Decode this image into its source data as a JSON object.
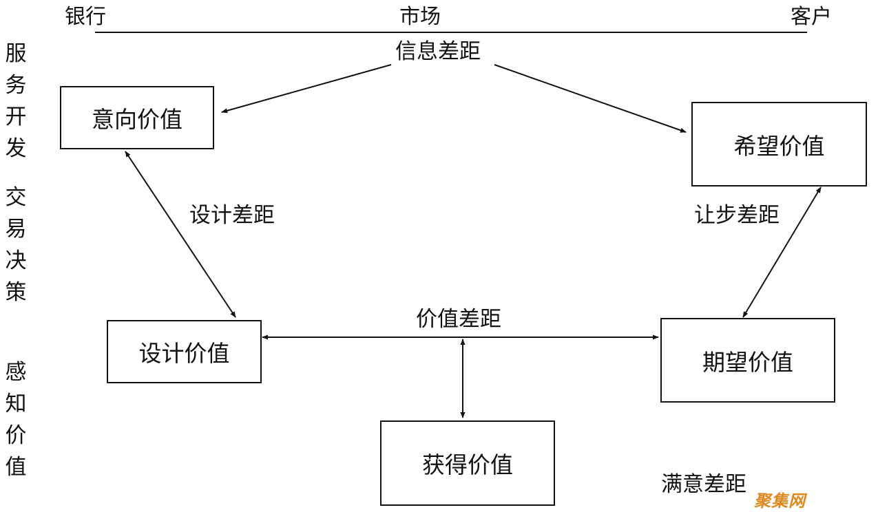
{
  "header": {
    "left": "银行",
    "center": "市场",
    "right": "客户"
  },
  "side_labels": {
    "group1": [
      "服",
      "务",
      "开",
      "发"
    ],
    "group2": [
      "交",
      "易",
      "决",
      "策"
    ],
    "group3": [
      "感",
      "知",
      "价",
      "值"
    ]
  },
  "boxes": {
    "intended": "意向价值",
    "hoped": "希望价值",
    "designed": "设计价值",
    "expected": "期望价值",
    "obtained": "获得价值"
  },
  "gaps": {
    "information": "信息差距",
    "design": "设计差距",
    "concession": "让步差距",
    "value": "价值差距",
    "satisfaction": "满意差距"
  },
  "watermark": "聚集网"
}
